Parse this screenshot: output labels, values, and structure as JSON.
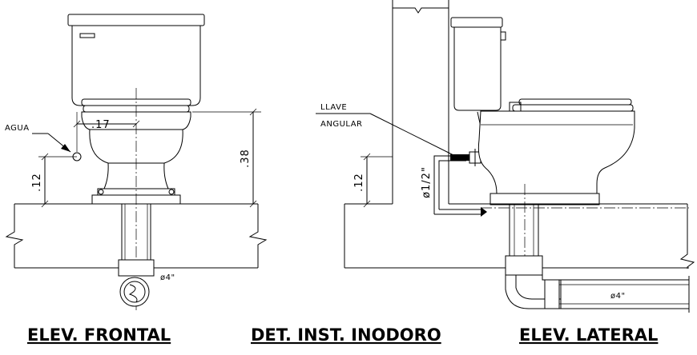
{
  "titles": {
    "front": "ELEV. FRONTAL",
    "detail": "DET. INST. INODORO",
    "side": "ELEV. LATERAL"
  },
  "labels": {
    "agua": "AGUA",
    "llave": "LLAVE",
    "angular": "ANGULAR",
    "dia_half": "ø1/2\"",
    "dia_4_front": "ø4\"",
    "dia_4_side": "ø4\""
  },
  "dimensions": {
    "front_width": ".17",
    "front_height_012": ".12",
    "front_height_038": ".38",
    "detail_height_012": ".12"
  }
}
